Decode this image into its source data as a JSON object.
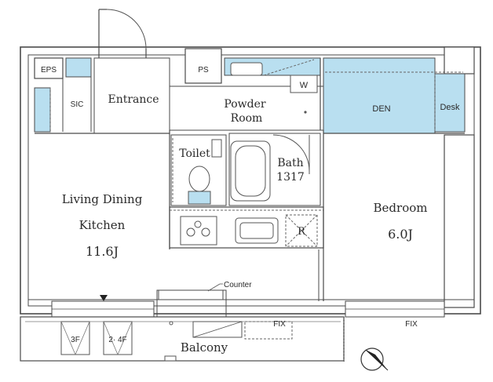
{
  "colors": {
    "storage_fill": "#b9dff0",
    "wall_stroke": "#4a4a4a",
    "background": "#ffffff"
  },
  "rooms": {
    "eps": "EPS",
    "sic": "SIC",
    "entrance": "Entrance",
    "ps": "PS",
    "powder_line1": "Powder",
    "powder_line2": "Room",
    "washer": "W",
    "den": "DEN",
    "desk": "Desk",
    "toilet": "Toilet",
    "bath_line1": "Bath",
    "bath_line2": "1317",
    "refrigerator": "R",
    "ldk_line1": "Living Dining",
    "ldk_line2": "Kitchen",
    "ldk_size": "11.6J",
    "bedroom": "Bedroom",
    "bedroom_size": "6.0J",
    "counter": "Counter",
    "fix_balcony": "FIX",
    "fix_bedroom": "FIX",
    "balcony": "Balcony",
    "ladder_3f": "3F",
    "ladder_2_4f": "2· 4F"
  },
  "icons": {
    "north": "north-arrow-icon",
    "entry_marker": "triangle-down-icon"
  }
}
